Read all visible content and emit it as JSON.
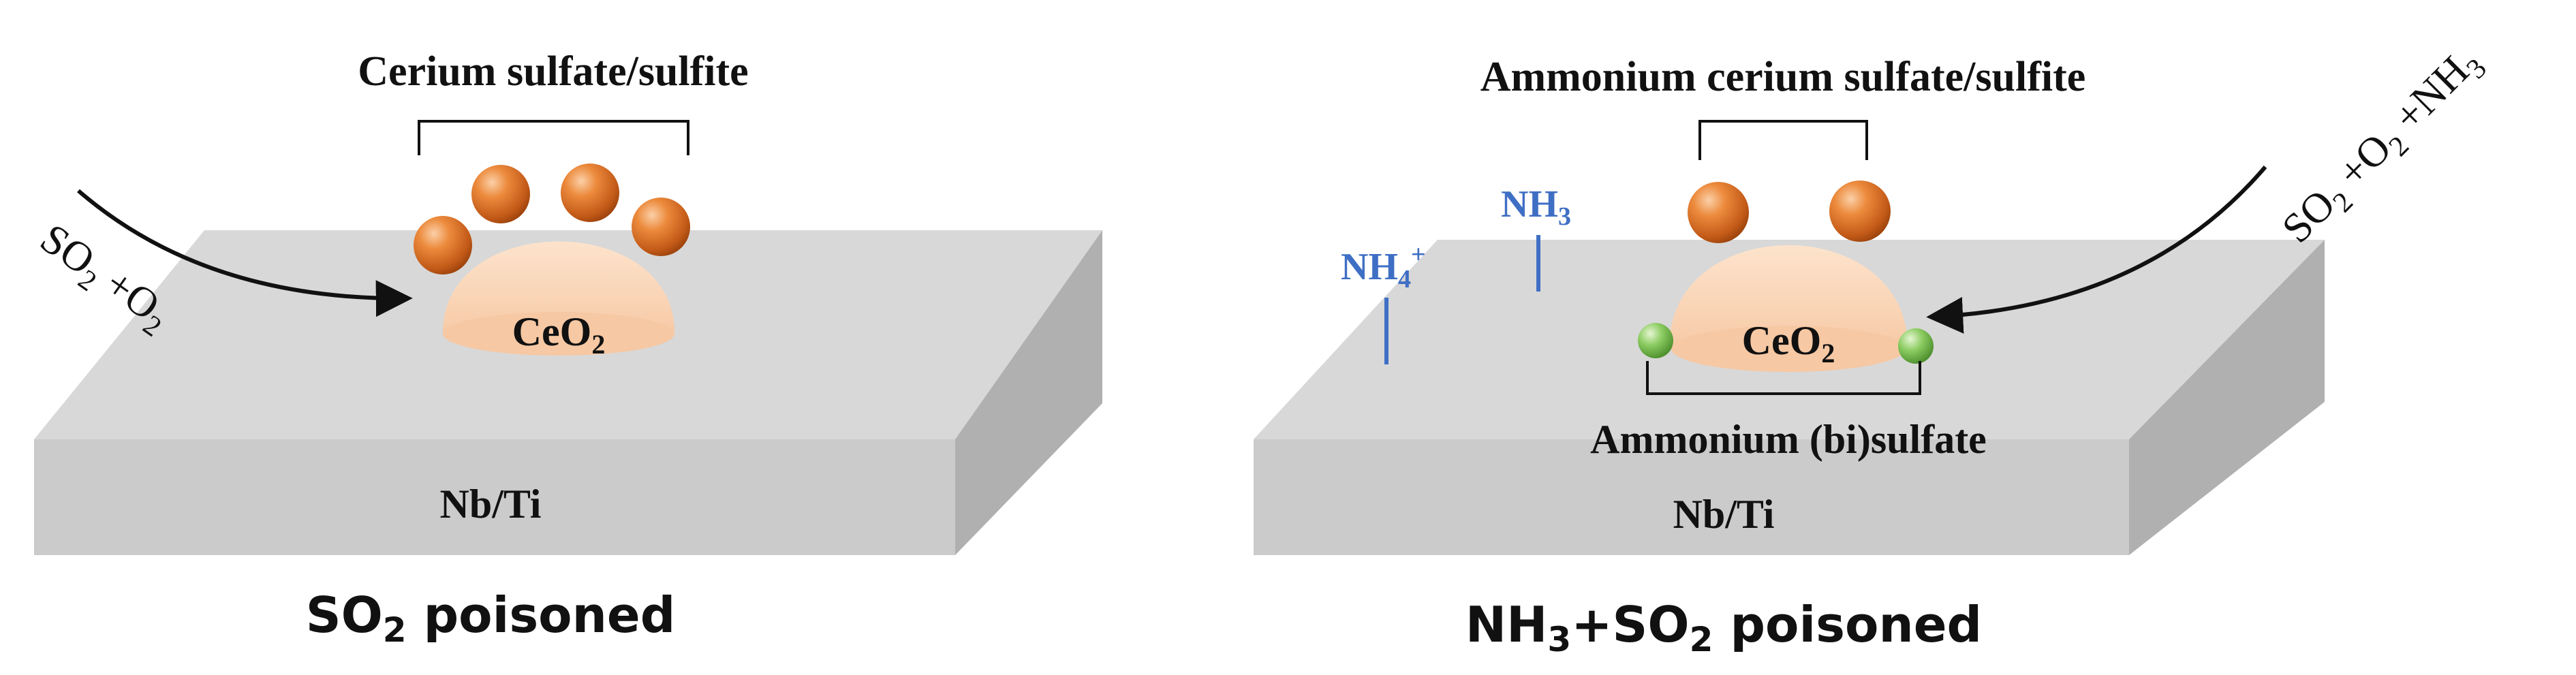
{
  "panels": [
    {
      "id": "so2",
      "bracket_label": "Cerium sulfate/sulfite",
      "particle_label": {
        "main": "CeO",
        "sub": "2"
      },
      "support_label": "Nb/Ti",
      "arrow_label": {
        "a": "SO",
        "a_sub": "2",
        "b": " +O",
        "b_sub": "2"
      },
      "caption": {
        "a": "SO",
        "a_sub": "2",
        "b": " poisoned"
      }
    },
    {
      "id": "nh3so2",
      "bracket_label": "Ammonium cerium sulfate/sulfite",
      "bottom_bracket_label": "Ammonium (bi)sulfate",
      "particle_label": {
        "main": "CeO",
        "sub": "2"
      },
      "support_label": "Nb/Ti",
      "arrow_label": {
        "a": "SO",
        "a_sub": "2",
        "b": " +O",
        "b_sub": "2",
        "c": " +NH",
        "c_sub": "3"
      },
      "species": [
        {
          "main": "NH",
          "sub": "4",
          "sup": "+"
        },
        {
          "main": "NH",
          "sub": "3"
        }
      ],
      "caption": {
        "a": "NH",
        "a_sub": "3",
        "b": "+SO",
        "b_sub": "2",
        "c": " poisoned"
      }
    }
  ],
  "colors": {
    "slab_top": "#d8d8d8",
    "slab_front": "#c9c9c9",
    "slab_side": "#b3b3b3",
    "ceo2_fill": "#f8d3b5",
    "sulfate_sphere": "#d2691e",
    "bisulfate_sphere": "#7dbd55",
    "species_blue": "#3f6fc4",
    "text": "#111111"
  }
}
